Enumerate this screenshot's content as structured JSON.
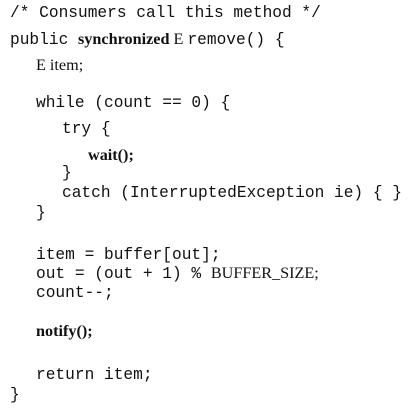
{
  "code": {
    "comment": "/* Consumers call this method */",
    "signature_public": "public ",
    "signature_synchronized": "synchronized",
    "signature_type": " E ",
    "signature_rest": "remove() {",
    "decl_item": "E item;",
    "while_head": "while (count == 0) {",
    "try_head": "try {",
    "wait_call": "wait();",
    "try_close": "}",
    "catch_head": "catch (InterruptedException ie) { }",
    "while_close": "}",
    "assign_item": "item = buffer[out];",
    "assign_out_a": "out = (out + 1) % ",
    "assign_out_b": "BUFFER_SIZE;",
    "count_dec": "count--;",
    "notify_call": "notify();",
    "return_stmt": "return item;",
    "method_close": "}"
  }
}
